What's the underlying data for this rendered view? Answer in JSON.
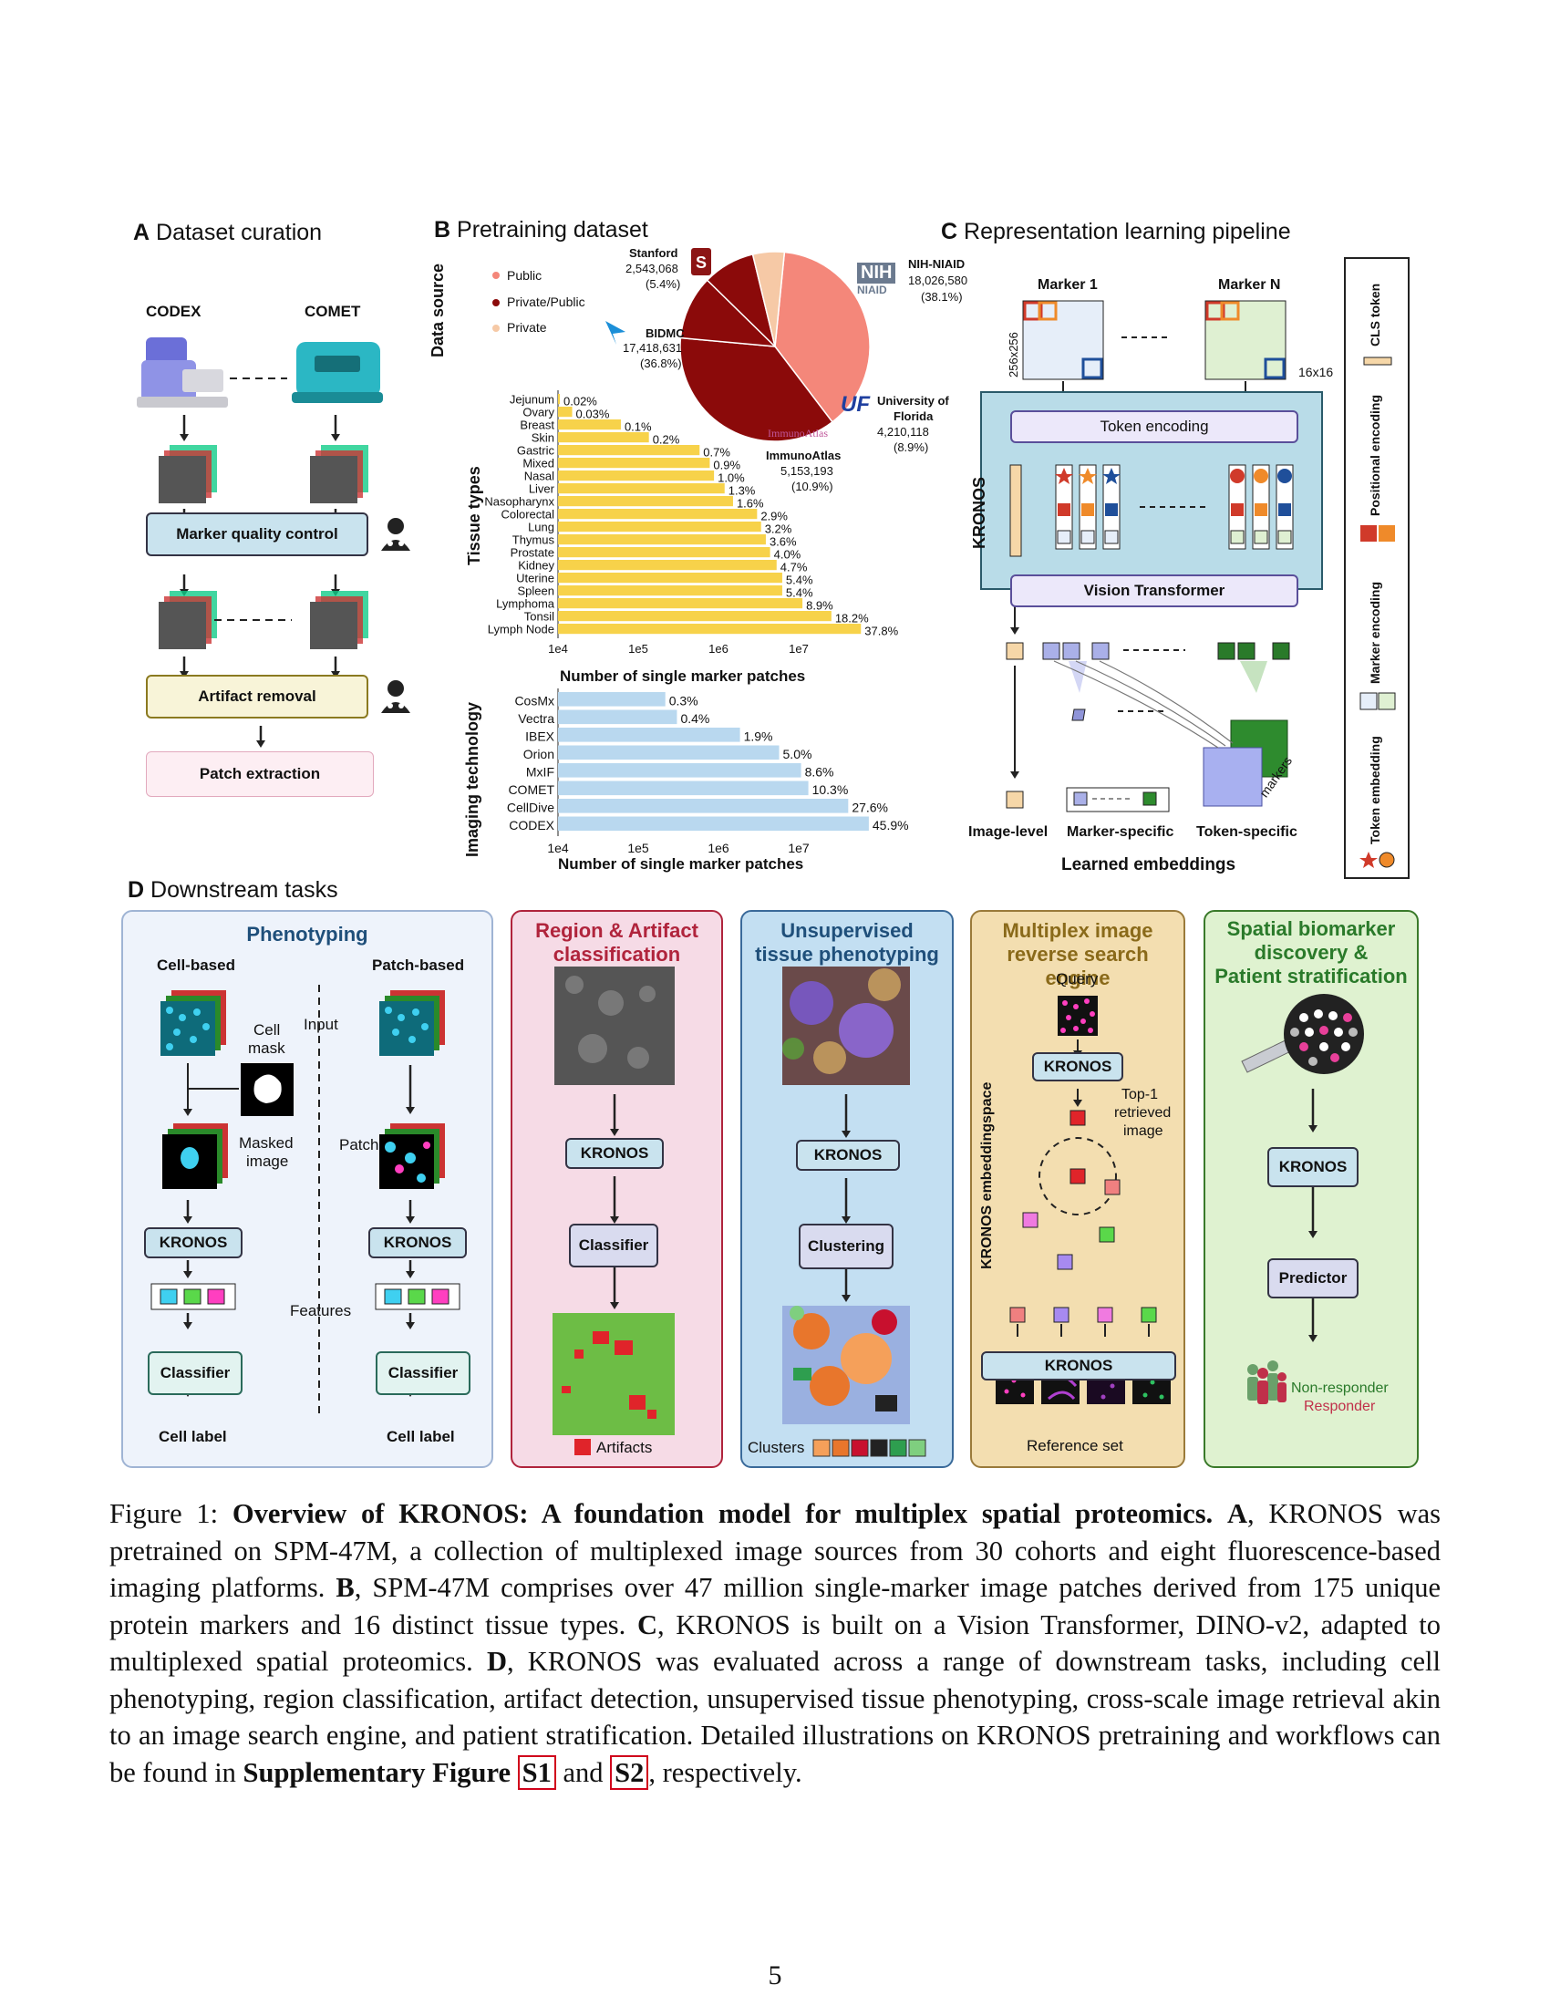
{
  "panelA": {
    "letter": "A",
    "title": "Dataset curation",
    "codex": "CODEX",
    "comet": "COMET",
    "qc": "Marker quality control",
    "artifact": "Artifact removal",
    "patch": "Patch extraction"
  },
  "panelB": {
    "letter": "B",
    "title": "Pretraining dataset",
    "source_axis": "Data source",
    "legend": [
      "Public",
      "Private/Public",
      "Private"
    ],
    "legend_colors": [
      "#f4877a",
      "#8b0a0a",
      "#f6c9a6"
    ],
    "pie_labels": {
      "stanford": [
        "Stanford",
        "2,543,068",
        "(5.4%)"
      ],
      "nih": [
        "NIH-NIAID",
        "18,026,580",
        "(38.1%)"
      ],
      "bidmc": [
        "BIDMC",
        "17,418,631",
        "(36.8%)"
      ],
      "uf": [
        "University of",
        "Florida",
        "4,210,118",
        "(8.9%)"
      ],
      "immuno": [
        "ImmunoAtlas",
        "5,153,193",
        "(10.9%)"
      ]
    },
    "logo_nih": "NIH",
    "logo_niaid": "NIAID",
    "logo_uf": "UF",
    "logo_immuno": "ImmunoAtlas",
    "tissue_axis": "Tissue types",
    "tech_axis": "Imaging technology",
    "xlabel": "Number of single marker patches",
    "ticks": [
      "1e4",
      "1e5",
      "1e6",
      "1e7"
    ]
  },
  "chart_data": [
    {
      "type": "pie",
      "categories": [
        "NIH-NIAID",
        "BIDMC",
        "ImmunoAtlas",
        "University of Florida",
        "Stanford"
      ],
      "values": [
        18026580,
        17418631,
        5153193,
        4210118,
        2543068
      ],
      "percent": [
        38.1,
        36.8,
        10.9,
        8.9,
        5.4
      ],
      "group": [
        "Public",
        "Private/Public",
        "Private/Public",
        "Private/Public",
        "Private"
      ],
      "colors": [
        "#f4877a",
        "#8b0a0a",
        "#8b0a0a",
        "#8b0a0a",
        "#f6c9a6"
      ],
      "legend": [
        "Public",
        "Private/Public",
        "Private"
      ],
      "ylabel": "Data source"
    },
    {
      "type": "bar",
      "orientation": "horizontal",
      "ylabel": "Tissue types",
      "xlabel": "Number of single marker patches",
      "xscale": "log",
      "xticks": [
        "1e4",
        "1e5",
        "1e6",
        "1e7"
      ],
      "categories": [
        "Jejunum",
        "Ovary",
        "Breast",
        "Skin",
        "Gastric",
        "Mixed",
        "Nasal",
        "Liver",
        "Nasopharynx",
        "Colorectal",
        "Lung",
        "Thymus",
        "Prostate",
        "Kidney",
        "Uterine",
        "Spleen",
        "Lymphoma",
        "Tonsil",
        "Lymph Node"
      ],
      "labels": [
        "0.02%",
        "0.03%",
        "0.1%",
        "0.2%",
        "0.7%",
        "0.9%",
        "1.0%",
        "1.3%",
        "1.6%",
        "2.9%",
        "3.2%",
        "3.6%",
        "4.0%",
        "4.7%",
        "5.4%",
        "5.4%",
        "8.9%",
        "18.2%",
        "37.8%"
      ],
      "percent": [
        0.02,
        0.03,
        0.1,
        0.2,
        0.7,
        0.9,
        1.0,
        1.3,
        1.6,
        2.9,
        3.2,
        3.6,
        4.0,
        4.7,
        5.4,
        5.4,
        8.9,
        18.2,
        37.8
      ],
      "color": "#f7d24a"
    },
    {
      "type": "bar",
      "orientation": "horizontal",
      "ylabel": "Imaging technology",
      "xlabel": "Number of single marker patches",
      "xscale": "log",
      "xticks": [
        "1e4",
        "1e5",
        "1e6",
        "1e7"
      ],
      "categories": [
        "CosMx",
        "Vectra",
        "IBEX",
        "Orion",
        "MxIF",
        "COMET",
        "CellDive",
        "CODEX"
      ],
      "labels": [
        "0.3%",
        "0.4%",
        "1.9%",
        "5.0%",
        "8.6%",
        "10.3%",
        "27.6%",
        "45.9%"
      ],
      "percent": [
        0.3,
        0.4,
        1.9,
        5.0,
        8.6,
        10.3,
        27.6,
        45.9
      ],
      "color": "#b9d8ef"
    }
  ],
  "panelC": {
    "letter": "C",
    "title": "Representation learning pipeline",
    "marker1": "Marker 1",
    "markerN": "Marker N",
    "size256": "256x256",
    "size16": "16x16",
    "token_enc": "Token encoding",
    "vit": "Vision Transformer",
    "kronos": "KRONOS",
    "image_level": "Image-level",
    "marker_specific": "Marker-specific",
    "token_specific": "Token-specific",
    "markers": "markers",
    "learned": "Learned embeddings",
    "legend": [
      "CLS token",
      "Positional encoding",
      "Marker encoding",
      "Token embedding"
    ]
  },
  "panelD": {
    "letter": "D",
    "title": "Downstream tasks",
    "pheno": {
      "title": "Phenotyping",
      "cell_based": "Cell-based",
      "patch_based": "Patch-based",
      "input": "Input",
      "cell_mask": [
        "Cell",
        "mask"
      ],
      "masked": [
        "Masked",
        "image"
      ],
      "patch": "Patch",
      "kronos": "KRONOS",
      "features": "Features",
      "classifier": "Classifier",
      "cell_label": "Cell label"
    },
    "region": {
      "title": [
        "Region & Artifact",
        "classification"
      ],
      "kronos": "KRONOS",
      "classifier": "Classifier",
      "legend": "Artifacts"
    },
    "unsup": {
      "title": [
        "Unsupervised",
        "tissue phenotyping"
      ],
      "kronos": "KRONOS",
      "clustering": "Clustering",
      "legend": "Clusters",
      "cluster_colors": [
        "#f5a05a",
        "#e8762c",
        "#c8102e",
        "#222222",
        "#2e9e4f",
        "#7fcf7f"
      ]
    },
    "search": {
      "title": [
        "Multiplex image",
        "reverse search engine"
      ],
      "query": "Query",
      "kronos": "KRONOS",
      "top1": [
        "Top-1",
        "retrieved",
        "image"
      ],
      "space": "KRONOS embeddingspace",
      "reference": "Reference set"
    },
    "spatial": {
      "title": [
        "Spatial biomarker",
        "discovery &",
        "Patient stratification"
      ],
      "kronos": "KRONOS",
      "predictor": "Predictor",
      "non_responder": "Non-responder",
      "responder": "Responder"
    }
  },
  "caption": {
    "fig": "Figure 1:",
    "bold_title": "Overview of KRONOS: A foundation model for multiplex spatial proteomics.",
    "a": "A",
    "a_text": ", KRONOS was pretrained on SPM-47M, a collection of multiplexed image sources from 30 cohorts and eight fluorescence-based imaging platforms.",
    "b": "B",
    "b_text": ", SPM-47M comprises over 47 million single-marker image patches derived from 175 unique protein markers and 16 distinct tissue types.",
    "c": "C",
    "c_text": ", KRONOS is built on a Vision Transformer, DINO-v2, adapted to multiplexed spatial proteomics.",
    "d": "D",
    "d_text": ", KRONOS was evaluated across a range of downstream tasks, including cell phenotyping, region classification, artifact detection, unsupervised tissue phenotyping, cross-scale image retrieval akin to an image search engine, and patient stratification. Detailed illustrations on KRONOS pretraining and workflows can be found in",
    "supp": "Supplementary Figure",
    "s1": "S1",
    "and": "and",
    "s2": "S2",
    "end": ", respectively."
  },
  "page_number": "5"
}
